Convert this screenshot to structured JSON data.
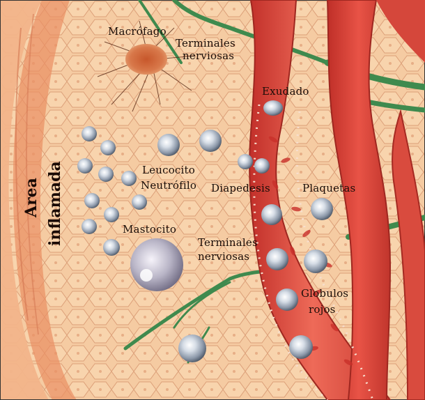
{
  "labels": {
    "macrofago": "Macrófago",
    "terminales_top_1": "Terminales",
    "terminales_top_2": "nerviosas",
    "exudado": "Exudado",
    "leucocito_1": "Leucocito",
    "leucocito_2": "Neutrófilo",
    "diapedesis": "Diapedesis",
    "plaquetas": "Plaquetas",
    "mastocito": "Mastocito",
    "terminales_mid_1": "Terminales",
    "terminales_mid_2": "nerviosas",
    "globulos_1": "Globulos",
    "globulos_2": "rojos",
    "area_1": "Area",
    "area_2": "inflamada"
  },
  "colors": {
    "tissue": "#f2c39a",
    "vessel": "#e5483b",
    "nerve": "#3f8a4e",
    "cell": "#c4ccd6"
  }
}
